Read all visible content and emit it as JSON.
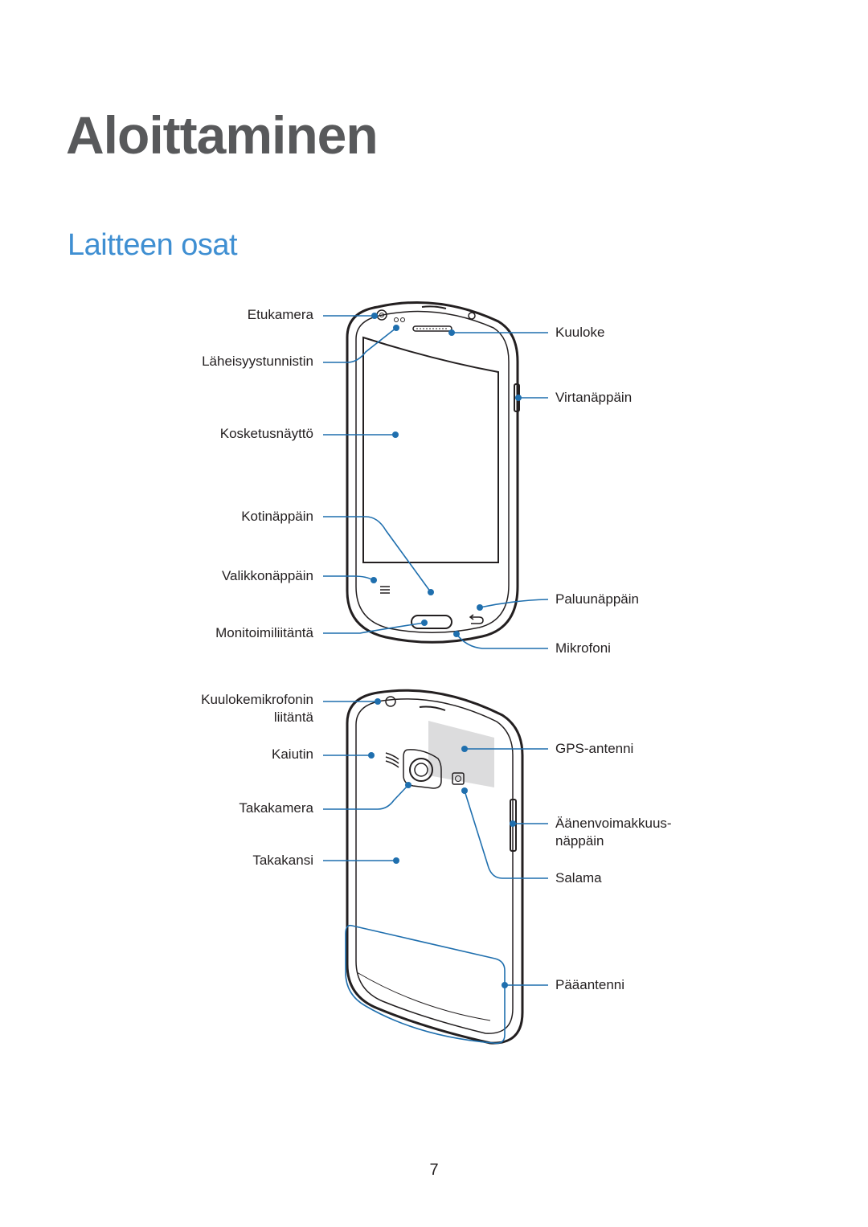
{
  "chapter_title": "Aloittaminen",
  "section_title": "Laitteen osat",
  "front_labels": {
    "front_camera": "Etukamera",
    "proximity_sensor": "Läheisyystunnistin",
    "touchscreen": "Kosketusnäyttö",
    "home_key": "Kotinäppäin",
    "menu_key": "Valikkonäppäin",
    "multipurpose_jack": "Monitoimiliitäntä",
    "earpiece": "Kuuloke",
    "power_key": "Virtanäppäin",
    "back_key": "Paluunäppäin",
    "microphone": "Mikrofoni"
  },
  "back_labels": {
    "headset_jack_line1": "Kuulokemikrofonin",
    "headset_jack_line2": "liitäntä",
    "speaker": "Kaiutin",
    "rear_camera": "Takakamera",
    "back_cover": "Takakansi",
    "gps_antenna": "GPS-antenni",
    "volume_key_line1": "Äänenvoimakkuus-",
    "volume_key_line2": "näppäin",
    "flash": "Salama",
    "main_antenna": "Pääantenni"
  },
  "colors": {
    "accent": "#3f8fd2",
    "callout": "#1f6fae",
    "title_gray": "#58595b"
  },
  "page_number": "7"
}
